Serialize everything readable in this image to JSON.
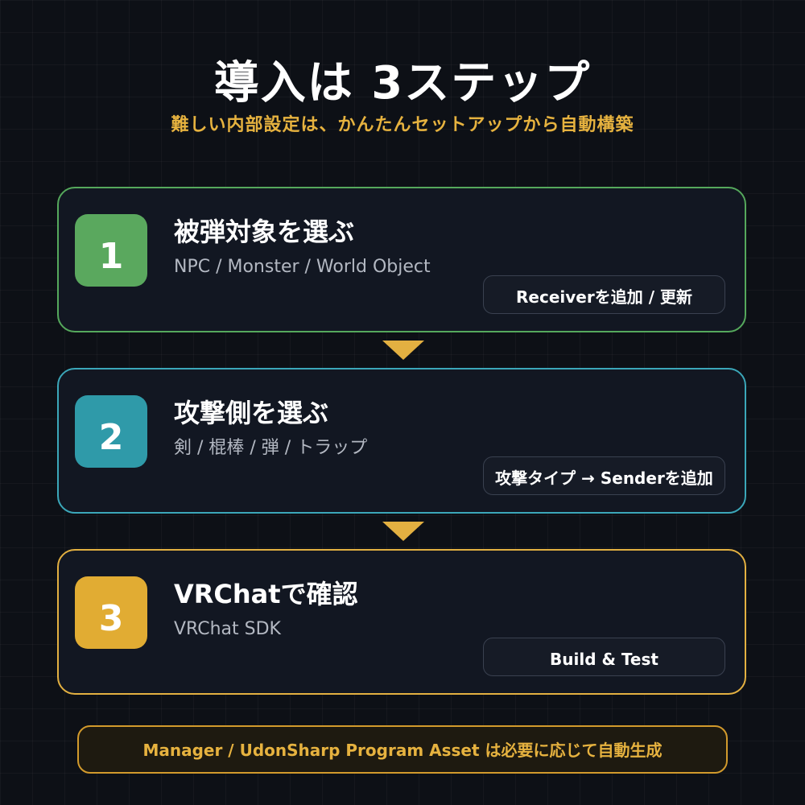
{
  "header": {
    "title": "導入は 3ステップ",
    "subtitle": "難しい内部設定は、かんたんセットアップから自動構築"
  },
  "steps": [
    {
      "number": "1",
      "title": "被弾対象を選ぶ",
      "description": "NPC / Monster / World Object",
      "action_label": "Receiverを追加 / 更新"
    },
    {
      "number": "2",
      "title": "攻撃側を選ぶ",
      "description": "剣 / 棍棒 / 弾 / トラップ",
      "action_label": "攻撃タイプ → Senderを追加"
    },
    {
      "number": "3",
      "title": "VRChatで確認",
      "description": "VRChat SDK",
      "action_label": "Build & Test"
    }
  ],
  "footer": {
    "note": "Manager / UdonSharp Program Asset は必要に応じて自動生成"
  },
  "colors": {
    "step1_accent": "#55a85c",
    "step2_accent": "#3ba7b9",
    "step3_accent": "#e3b041",
    "highlight": "#e6b23f",
    "background": "#0d1016"
  }
}
